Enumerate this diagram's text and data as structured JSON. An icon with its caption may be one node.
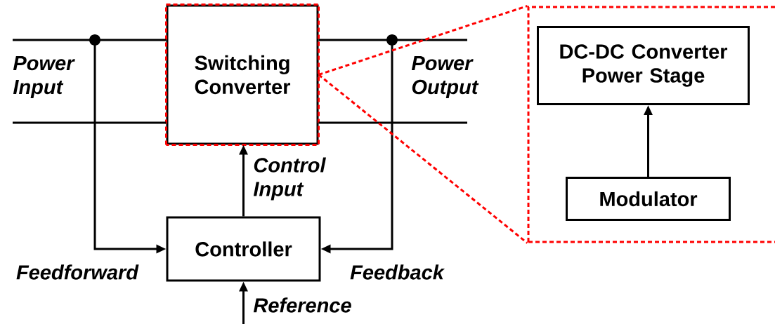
{
  "diagram": {
    "nodes": [
      {
        "text": [
          "Switching Converter"
        ]
      },
      {
        "text": [
          "Controller"
        ]
      },
      {
        "text": [],
        "shape": "box"
      },
      {
        "text": [
          "DC-DC Converter Power Stage"
        ],
        "in": 2
      },
      {
        "text": [
          "Modulator"
        ],
        "in": 2
      }
    ],
    "edges": [
      {
        "from": null,
        "to": 0,
        "arrow": "none"
      },
      {
        "from": null,
        "to": 0,
        "arrow": "none"
      },
      {
        "from": 0,
        "to": null,
        "arrow": "none"
      },
      {
        "from": 0,
        "to": null,
        "arrow": "none"
      },
      {
        "from": null,
        "to": 1,
        "arrow": "to",
        "label": "Feedforward"
      },
      {
        "from": null,
        "to": 1,
        "arrow": "to",
        "label": "Feedback"
      },
      {
        "from": 1,
        "to": 0,
        "arrow": "to",
        "label": "Control Input"
      },
      {
        "from": null,
        "to": 1,
        "arrow": "to",
        "label": "Reference"
      },
      {
        "from": 0,
        "to": 2,
        "arrow": "none",
        "style": "dashed",
        "color": "#ff0000"
      },
      {
        "from": 0,
        "to": 2,
        "arrow": "none",
        "style": "dashed",
        "color": "#ff0000"
      },
      {
        "from": 4,
        "to": 3,
        "arrow": "to"
      }
    ],
    "labels": [
      "Power Input",
      "Power Output"
    ]
  }
}
